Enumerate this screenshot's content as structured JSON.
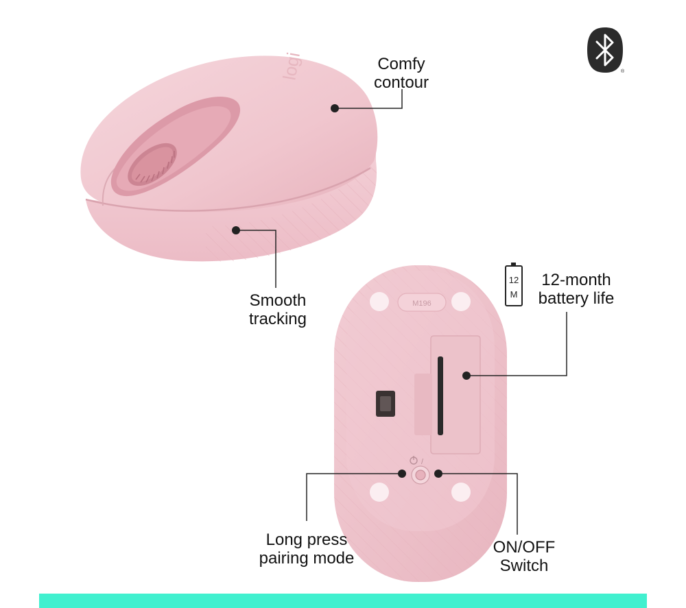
{
  "features": {
    "comfy_contour": [
      "Comfy",
      "contour"
    ],
    "smooth_tracking": [
      "Smooth",
      "tracking"
    ],
    "battery_life": [
      "12-month",
      "battery life"
    ],
    "pairing_mode": [
      "Long press",
      "pairing mode"
    ],
    "on_off_switch": [
      "ON/OFF",
      "Switch"
    ]
  },
  "battery_icon": {
    "line1": "12",
    "line2": "M"
  },
  "model_engraving": "M196",
  "colors": {
    "mouse_pink": "#f1c9d0",
    "mouse_pink_dark": "#d99aa6",
    "accent_bar": "#41f0cf",
    "callout": "#222222"
  },
  "icons": [
    "bluetooth-icon",
    "battery-icon",
    "power-icon"
  ]
}
